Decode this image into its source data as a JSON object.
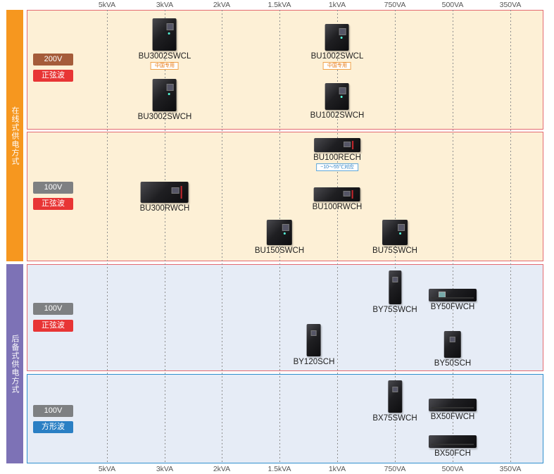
{
  "axis": {
    "ticks": [
      "5kVA",
      "3kVA",
      "2kVA",
      "1.5kVA",
      "1kVA",
      "750VA",
      "500VA",
      "350VA"
    ]
  },
  "categories": {
    "online": "在线式供电方式",
    "standby": "后备式供电方式"
  },
  "panels": [
    {
      "voltage": "200V",
      "waveform": "正弦波"
    },
    {
      "voltage": "100V",
      "waveform": "正弦波"
    },
    {
      "voltage": "100V",
      "waveform": "正弦波"
    },
    {
      "voltage": "100V",
      "waveform": "方形波"
    }
  ],
  "products": {
    "bu3002swcl": {
      "name": "BU3002SWCL",
      "note": "中国专用"
    },
    "bu1002swcl": {
      "name": "BU1002SWCL",
      "note": "中国专用"
    },
    "bu3002swch": {
      "name": "BU3002SWCH"
    },
    "bu1002swch": {
      "name": "BU1002SWCH"
    },
    "bu100rech": {
      "name": "BU100RECH",
      "note": "−10～55℃对应"
    },
    "bu300rwch": {
      "name": "BU300RWCH"
    },
    "bu100rwch": {
      "name": "BU100RWCH"
    },
    "bu150swch": {
      "name": "BU150SWCH"
    },
    "bu75swch": {
      "name": "BU75SWCH"
    },
    "by75swch": {
      "name": "BY75SWCH"
    },
    "by50fwch": {
      "name": "BY50FWCH"
    },
    "by120sch": {
      "name": "BY120SCH"
    },
    "by50sch": {
      "name": "BY50SCH"
    },
    "bx75swch": {
      "name": "BX75SWCH"
    },
    "bx50fwch": {
      "name": "BX50FWCH"
    },
    "bx50fch": {
      "name": "BX50FCH"
    }
  },
  "colors": {
    "online_category": "#f6971f",
    "standby_category": "#7d72b6",
    "online_panel_bg": "#fdf0d6",
    "standby_panel_bg": "#e6ecf6",
    "panel_border_red": "#e36a71",
    "panel_border_blue": "#2e8fce",
    "badge_200v": "#a55c3a",
    "badge_100v": "#7e8082",
    "badge_sine": "#e83535",
    "badge_square": "#2a7fc4"
  }
}
